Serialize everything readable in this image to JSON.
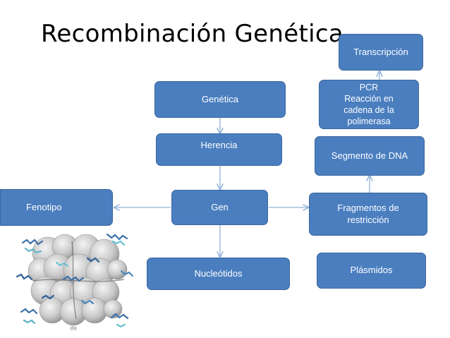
{
  "title": "Recombinación Genética.",
  "nodes": {
    "genetica": "Genética",
    "herencia": "Herencia",
    "gen": "Gen",
    "fenotipo": "Fenotipo",
    "nucleotidos": "Nucleótidos",
    "transcripcion": "Transcripción",
    "pcr": "PCR\nReacción en\ncadena de la\npolimerasa",
    "segmento_dna": "Segmento de DNA",
    "fragmentos": "Fragmentos de\nrestricción",
    "plasmidos": "Plásmidos"
  },
  "colors": {
    "box_fill": "#4a7ebf",
    "box_border": "#39669f",
    "connector": "#8fb0d6",
    "text": "#ffffff"
  },
  "figure_label": "(b)"
}
